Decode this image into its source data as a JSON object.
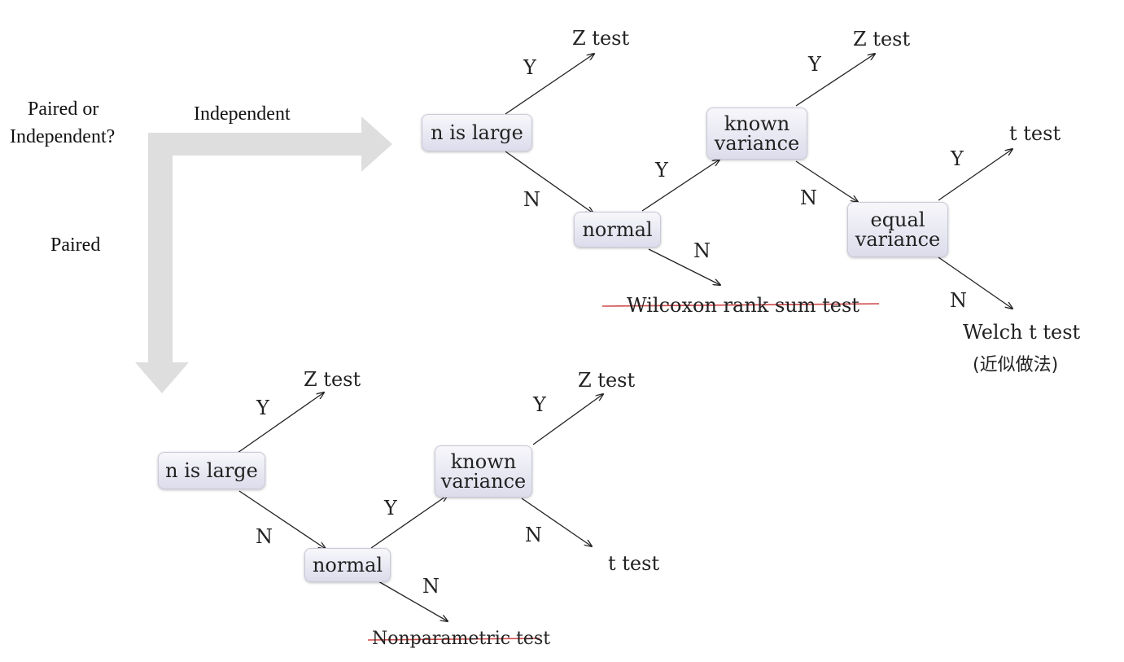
{
  "question": {
    "line1": "Paired or",
    "line2": "Independent?"
  },
  "branches": {
    "independent": "Independent",
    "paired": "Paired"
  },
  "independent_tree": {
    "n_large": "n is large",
    "z_test_1": "Z test",
    "normal": "normal",
    "known_variance": [
      "known",
      "variance"
    ],
    "z_test_2": "Z test",
    "equal_variance": [
      "equal",
      "variance"
    ],
    "t_test": "t test",
    "wilcoxon": "Wilcoxon rank sum test",
    "welch": "Welch t test",
    "welch_note": "(近似做法)"
  },
  "paired_tree": {
    "n_large": "n is large",
    "z_test_1": "Z test",
    "normal": "normal",
    "known_variance": [
      "known",
      "variance"
    ],
    "z_test_2": "Z test",
    "t_test": "t test",
    "nonparametric": "Nonparametric test"
  },
  "yes": "Y",
  "no": "N",
  "colors": {
    "arrow_fill": "#dedede",
    "strike": "#d04848",
    "edge": "#222222"
  }
}
